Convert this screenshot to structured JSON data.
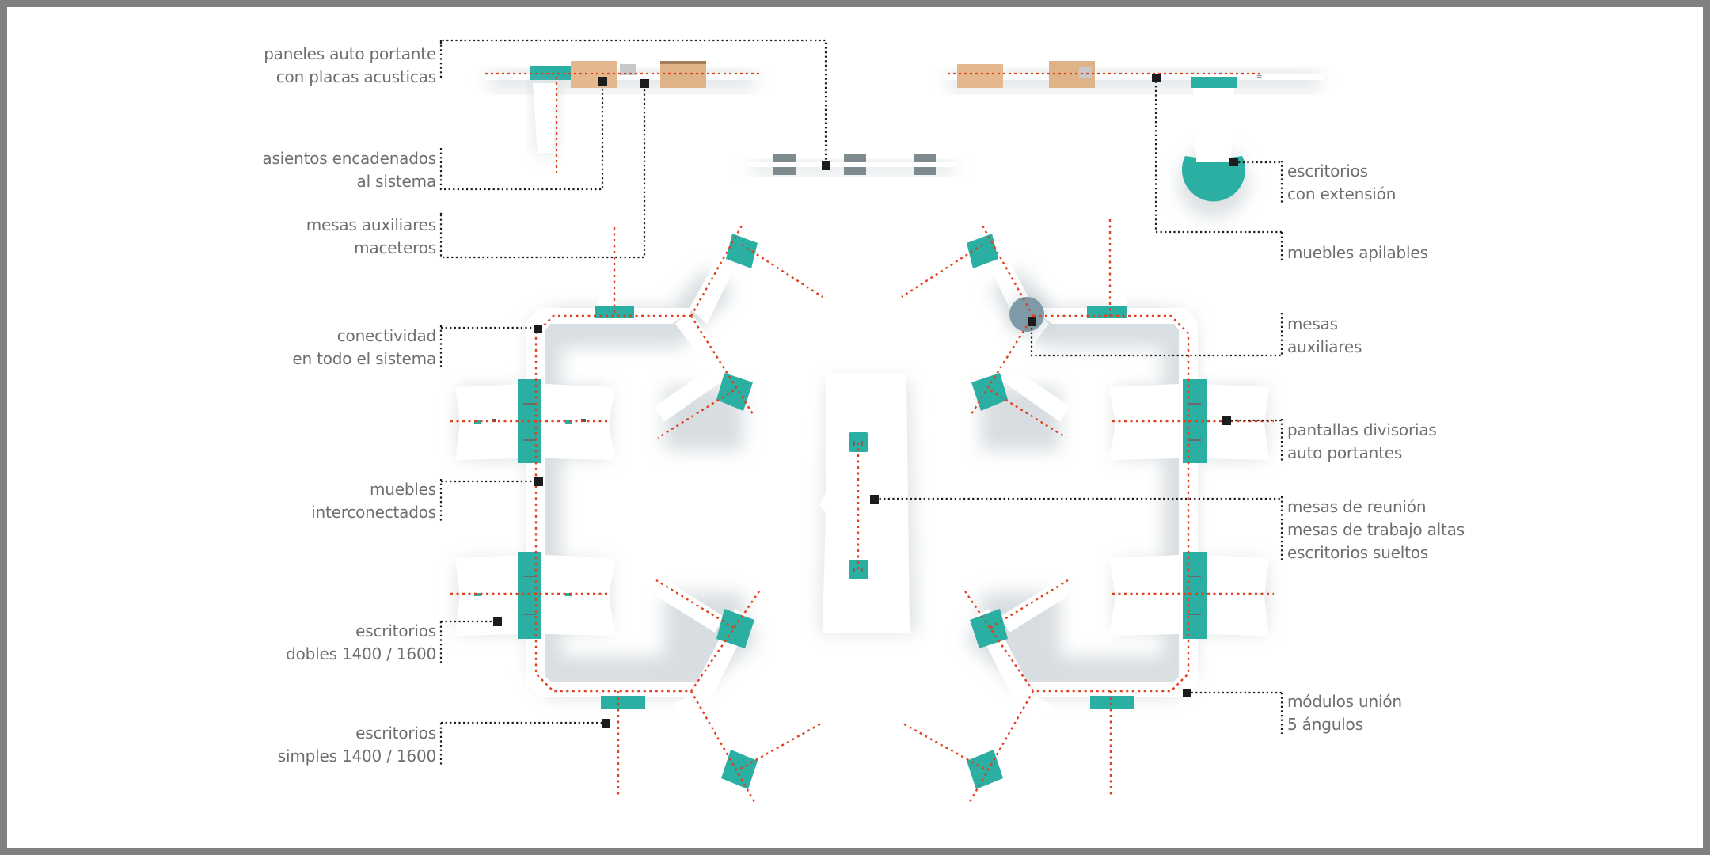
{
  "annotations": {
    "left": [
      {
        "id": "paneles",
        "text": "paneles auto portante\ncon placas acusticas"
      },
      {
        "id": "asientos",
        "text": "asientos encadenados\nal sistema"
      },
      {
        "id": "mesas_aux_mac",
        "text": "mesas auxiliares\nmaceteros"
      },
      {
        "id": "conectividad",
        "text": "conectividad\nen todo el sistema"
      },
      {
        "id": "interconectados",
        "text": "muebles\ninterconectados"
      },
      {
        "id": "dobles",
        "text": "escritorios\ndobles 1400 / 1600"
      },
      {
        "id": "simples",
        "text": "escritorios\nsimples 1400 / 1600"
      }
    ],
    "right": [
      {
        "id": "extension",
        "text": "escritorios\ncon extensión"
      },
      {
        "id": "apilables",
        "text": "muebles apilables"
      },
      {
        "id": "mesas_aux",
        "text": "mesas\nauxiliares"
      },
      {
        "id": "pantallas",
        "text": "pantallas divisorias\nauto portantes"
      },
      {
        "id": "reunion",
        "text": "mesas de reunión\nmesas de trabajo altas\nescritorios sueltos"
      },
      {
        "id": "modulos",
        "text": "módulos unión\n5 ángulos"
      }
    ]
  },
  "colors": {
    "frame": "#7f7f7f",
    "background": "#ffffff",
    "text": "#6e6e6e",
    "teal": "#2bafa3",
    "wood": "#e3b88e",
    "grey_module": "#7d8b8f",
    "leader": "#1c1c1c",
    "center_line": "#e0401e",
    "shadow": "#b8c2c8"
  }
}
